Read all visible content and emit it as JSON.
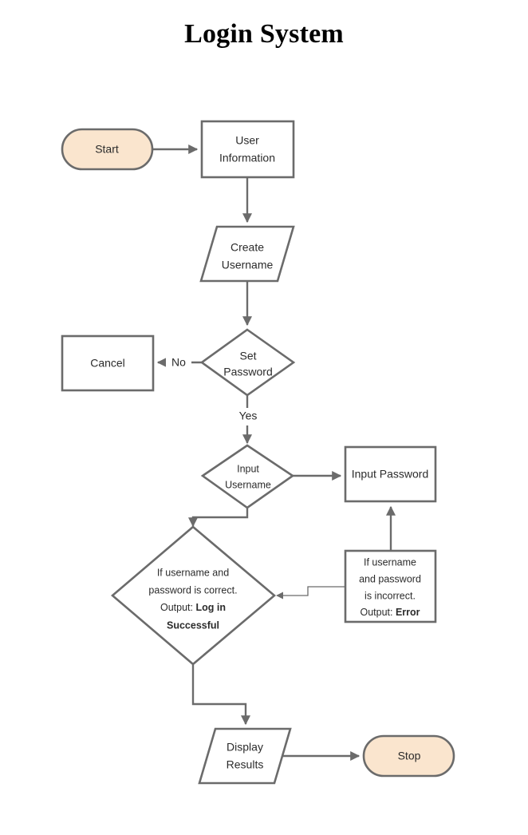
{
  "diagram": {
    "title": "Login System",
    "type": "flowchart",
    "colors": {
      "terminator_fill": "#fae5ce",
      "process_fill": "#ffffff",
      "stroke": "#6b6b6b",
      "text": "#2b2b2b",
      "background": "#ffffff"
    },
    "nodes": [
      {
        "id": "start",
        "shape": "stadium",
        "lines": [
          "Start"
        ]
      },
      {
        "id": "user-info",
        "shape": "rectangle",
        "lines": [
          "User",
          "Information"
        ]
      },
      {
        "id": "create-user",
        "shape": "parallelogram",
        "lines": [
          "Create",
          "Username"
        ]
      },
      {
        "id": "set-pass",
        "shape": "diamond",
        "lines": [
          "Set",
          "Password"
        ]
      },
      {
        "id": "cancel",
        "shape": "rectangle",
        "lines": [
          "Cancel"
        ]
      },
      {
        "id": "input-user",
        "shape": "diamond",
        "lines": [
          "Input",
          "Username"
        ]
      },
      {
        "id": "input-pass",
        "shape": "rectangle",
        "lines": [
          "Input Password"
        ]
      },
      {
        "id": "check-ok",
        "shape": "diamond",
        "lines": [
          "If username and",
          "password is correct.",
          "Output: Log in",
          "Successful"
        ],
        "bold_lines": [
          2,
          3
        ],
        "bold_from_word": "Log"
      },
      {
        "id": "check-bad",
        "shape": "rectangle",
        "lines": [
          "If username",
          "and password",
          "is incorrect.",
          "Output: Error"
        ],
        "bold_from_word": "Error"
      },
      {
        "id": "display",
        "shape": "parallelogram",
        "lines": [
          "Display",
          "Results"
        ]
      },
      {
        "id": "stop",
        "shape": "stadium",
        "lines": [
          "Stop"
        ]
      }
    ],
    "edge_labels": {
      "no": "No",
      "yes": "Yes"
    },
    "edges": [
      {
        "from": "start",
        "to": "user-info",
        "label": ""
      },
      {
        "from": "user-info",
        "to": "create-user",
        "label": ""
      },
      {
        "from": "create-user",
        "to": "set-pass",
        "label": ""
      },
      {
        "from": "set-pass",
        "to": "cancel",
        "label": "No"
      },
      {
        "from": "set-pass",
        "to": "input-user",
        "label": "Yes"
      },
      {
        "from": "input-user",
        "to": "input-pass",
        "label": ""
      },
      {
        "from": "input-user",
        "to": "check-ok",
        "label": ""
      },
      {
        "from": "check-bad",
        "to": "input-pass",
        "label": ""
      },
      {
        "from": "check-bad",
        "to": "check-ok",
        "label": ""
      },
      {
        "from": "check-ok",
        "to": "display",
        "label": ""
      },
      {
        "from": "display",
        "to": "stop",
        "label": ""
      }
    ]
  }
}
